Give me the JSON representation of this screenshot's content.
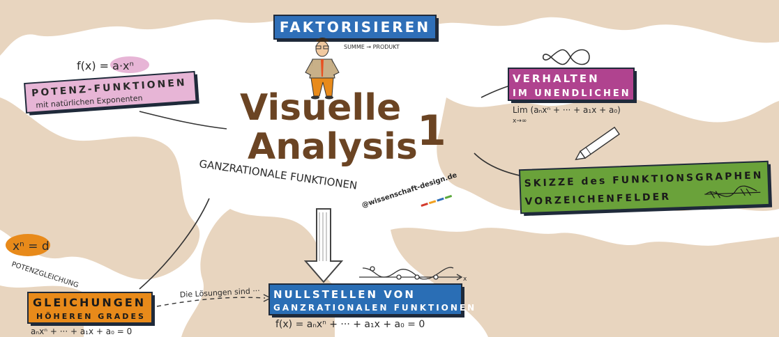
{
  "center": {
    "title_line1": "Visuelle",
    "title_line2": "Analysis",
    "number": "1",
    "subtitle": "GANZRATIONALE FUNKTIONEN",
    "credit": "@wissenschaft-design.de"
  },
  "top": {
    "title": "FAKTORISIEREN",
    "note": "SUMME → PRODUKT"
  },
  "left_top": {
    "formula": "f(x) = a·xⁿ",
    "title": "POTENZ-FUNKTIONEN",
    "subtitle": "mit natürlichen Exponenten"
  },
  "right_top": {
    "title_line1": "VERHALTEN",
    "title_line2": "IM UNENDLICHEN",
    "limit_formula": "Lim (aₙxⁿ + ··· + a₁x + a₀)",
    "limit_sub": "x→∞"
  },
  "right_mid": {
    "title_line1": "SKIZZE des FUNKTIONSGRAPHEN",
    "title_line2": "VORZEICHENFELDER"
  },
  "left_bottom": {
    "bubble": "xⁿ = d",
    "side_label": "POTENZGLEICHUNG",
    "title_line1": "GLEICHUNGEN",
    "title_line2": "HÖHEREN GRADES",
    "formula": "aₙxⁿ + ··· + a₁x + a₀ = 0"
  },
  "bottom": {
    "arrow_note": "Die Lösungen sind ···",
    "title_line1": "NULLSTELLEN VON",
    "title_line2": "GANZRATIONALEN FUNKTIONEN",
    "formula": "f(x) = aₙxⁿ + ··· + a₁x + a₀ = 0",
    "axis_label": "x"
  },
  "colors": {
    "background_blob": "#e8d5bf",
    "faktorisieren": "#2f6fb8",
    "potenz": "#e7b5d6",
    "verhalten": "#b0438f",
    "skizze": "#6aa23a",
    "gleichungen": "#e88a1a",
    "nullstellen": "#2a6eb5",
    "title_brown": "#6b4423",
    "credit_bar_red": "#d33a2c",
    "credit_bar_orange": "#f0a020",
    "credit_bar_blue": "#2f6fb8",
    "credit_bar_green": "#5aa83a"
  }
}
